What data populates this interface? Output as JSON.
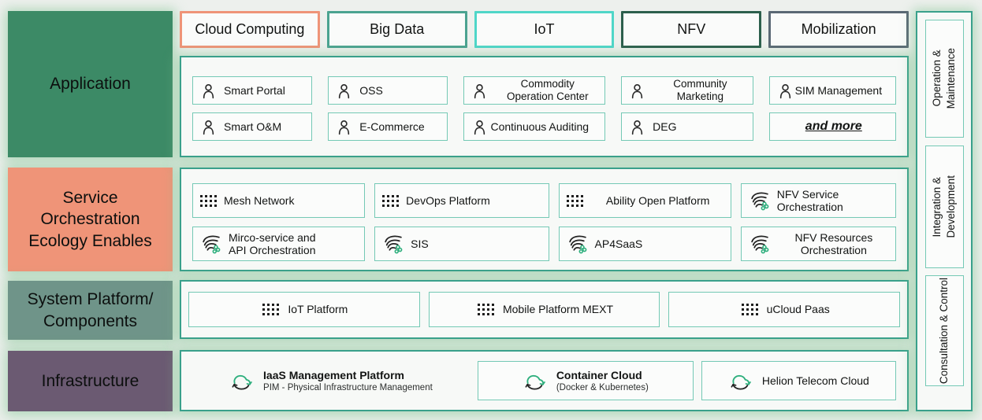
{
  "colors": {
    "teal": "#39a08b",
    "tealLight": "#74c9b5",
    "salmon": "#ef9478",
    "appGreen": "#3c8a66",
    "grayGreen": "#6f9489",
    "purple": "#6b5a72",
    "iot": "#4fd6c8",
    "bigdata": "#4ba390",
    "nfv": "#2c5f4c",
    "slate": "#5a6874",
    "iconGreen": "#2eaf7d"
  },
  "layers": [
    {
      "label": "Application",
      "color": "#3c8a66"
    },
    {
      "label": "Service\nOrchestration\nEcology Enables",
      "color": "#ef9478"
    },
    {
      "label": "System Platform/\nComponents",
      "color": "#6f9489"
    },
    {
      "label": "Infrastructure",
      "color": "#6b5a72"
    }
  ],
  "top_chips": [
    {
      "label": "Cloud Computing",
      "border": "#ef9478"
    },
    {
      "label": "Big Data",
      "border": "#4ba390"
    },
    {
      "label": "IoT",
      "border": "#4fd6c8"
    },
    {
      "label": "NFV",
      "border": "#2c5f4c"
    },
    {
      "label": "Mobilization",
      "border": "#5a6874"
    }
  ],
  "application": {
    "items": [
      {
        "label": "Smart Portal",
        "icon": "user-icon"
      },
      {
        "label": "OSS",
        "icon": "user-icon"
      },
      {
        "label": "Commodity\nOperation Center",
        "icon": "user-icon"
      },
      {
        "label": "Community\nMarketing",
        "icon": "user-icon"
      },
      {
        "label": "SIM Management",
        "icon": "user-icon"
      },
      {
        "label": "Smart O&M",
        "icon": "user-icon"
      },
      {
        "label": "E-Commerce",
        "icon": "user-icon"
      },
      {
        "label": "Continuous Auditing",
        "icon": "user-icon"
      },
      {
        "label": "DEG",
        "icon": "user-icon"
      },
      {
        "label": "and more",
        "icon": "none"
      }
    ]
  },
  "service": {
    "items": [
      {
        "label": "Mesh Network",
        "icon": "grid-icon"
      },
      {
        "label": "DevOps Platform",
        "icon": "grid-icon"
      },
      {
        "label": "Ability Open Platform",
        "icon": "grid-icon"
      },
      {
        "label": "NFV Service\nOrchestration",
        "icon": "orchestration-icon"
      },
      {
        "label": "Mirco-service and\nAPI Orchestration",
        "icon": "orchestration-icon"
      },
      {
        "label": "SIS",
        "icon": "orchestration-icon"
      },
      {
        "label": "AP4SaaS",
        "icon": "orchestration-icon"
      },
      {
        "label": "NFV Resources\nOrchestration",
        "icon": "orchestration-icon"
      }
    ]
  },
  "platform": {
    "items": [
      {
        "label": "IoT Platform",
        "icon": "grid-icon"
      },
      {
        "label": "Mobile Platform MEXT",
        "icon": "grid-icon"
      },
      {
        "label": "uCloud Paas",
        "icon": "grid-icon"
      }
    ]
  },
  "infrastructure": {
    "items": [
      {
        "title": "IaaS Management Platform",
        "subtitle": "PIM - Physical Infrastructure Management",
        "icon": "cloud-sync-icon"
      },
      {
        "title": "Container Cloud",
        "subtitle": "(Docker & Kubernetes)",
        "icon": "cloud-sync-icon"
      },
      {
        "title": "Helion Telecom Cloud",
        "subtitle": "",
        "icon": "cloud-sync-icon"
      }
    ]
  },
  "sidebar": {
    "items": [
      {
        "label": "Operation &\nMaintenance"
      },
      {
        "label": "Integration &\nDevelopment"
      },
      {
        "label": "Consultation & Control"
      }
    ]
  }
}
